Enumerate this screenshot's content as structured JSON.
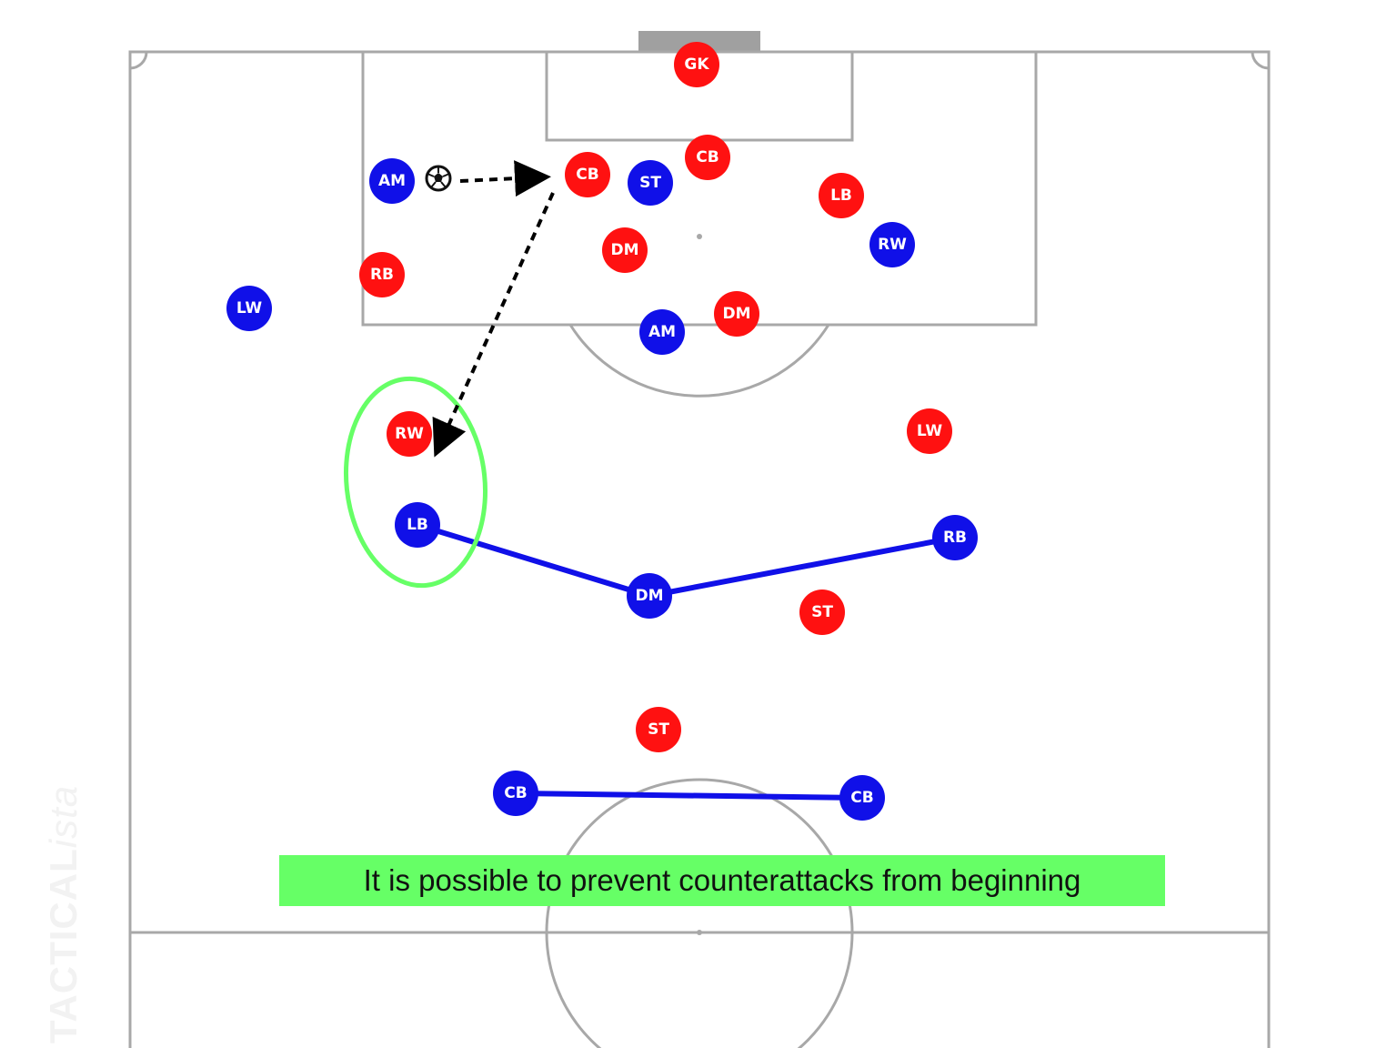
{
  "caption": "It is possible to prevent counterattacks from beginning",
  "watermark": {
    "main": "TACTICAL",
    "suffix": "ista"
  },
  "colors": {
    "red_team": "#ff1111",
    "blue_team": "#1010e8",
    "highlight": "#66ff66",
    "pitch_lines": "#a8a8a8"
  },
  "icons": {
    "ball": "soccer-ball-icon"
  },
  "red_players": [
    "GK",
    "CB",
    "CB",
    "LB",
    "DM",
    "RB",
    "DM",
    "RW",
    "LW",
    "ST",
    "ST"
  ],
  "blue_players": [
    "AM",
    "ST",
    "RW",
    "LW",
    "AM",
    "LB",
    "RB",
    "DM",
    "CB",
    "CB"
  ]
}
